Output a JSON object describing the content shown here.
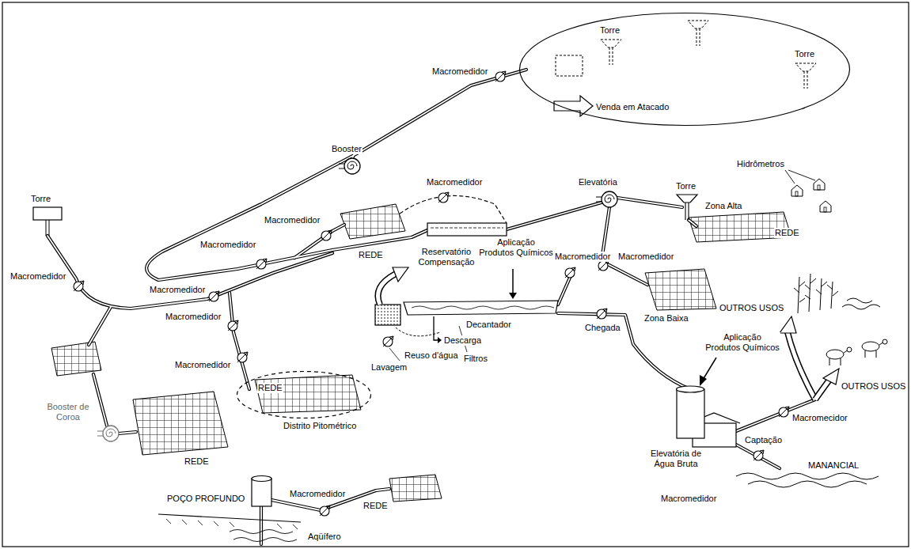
{
  "diagram": {
    "nodes": [
      {
        "text": [
          "Torre",
          "Torre",
          "Venda em Atacado"
        ]
      },
      {
        "text": [
          "REDE",
          "Distrito Pitométrico"
        ]
      }
    ],
    "labels": [
      "Macromedidor",
      "Booster",
      "Hidrômetros",
      "Macromedidor",
      "Elevatória",
      "Torre",
      "Torre",
      "Zona Alta",
      "Macromedidor",
      "REDE",
      "Macromedidor",
      "Reservatório Compensação",
      "Aplicação Produtos Químicos",
      "Macromedidor",
      "Macromedidor",
      "REDE",
      "Macromedidor",
      "Macromedidor",
      "OUTROS USOS",
      "Zona Baixa",
      "Macromedidor",
      "Decantador",
      "Chegada",
      "Descarga",
      "Aplicação Produtos Químicos",
      "Reuso d'água",
      "Filtros",
      "Lavagem",
      "OUTROS USOS",
      "Macromedidor",
      "Macromecidor",
      "Booster de Coroa",
      "Captação",
      "Elevatória de Água Bruta",
      "REDE",
      "MANANCIAL",
      "Macromedidor",
      "Macromedidor",
      "POÇO PROFUNDO",
      "REDE",
      "Aqüífero"
    ]
  }
}
